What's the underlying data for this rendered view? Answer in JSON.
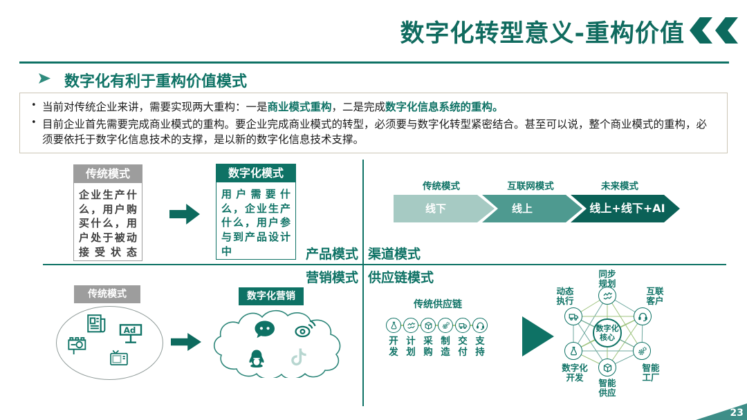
{
  "slide": {
    "title": "数字化转型意义-重构价值",
    "page_number": "23"
  },
  "section": {
    "heading": "数字化有利于重构价值模式"
  },
  "intro": {
    "b1_pre": "当前对传统企业来讲，需要实现两大重构：一是",
    "b1_em1": "商业模式重构",
    "b1_mid": "，二是完成",
    "b1_em2": "数字化信息系统的重构。",
    "b2": "目前企业首先需要完成商业模式的重构。要企业完成商业模式的转型，必须要与数字化转型紧密结合。甚至可以说，整个商业模式的重构，必须要依托于数字化信息技术的支撑，是以新的数字化信息技术支撑。"
  },
  "quadrants": {
    "product": "产品模式",
    "channel": "渠道模式",
    "marketing": "营销模式",
    "supply": "供应链模式"
  },
  "product_model": {
    "traditional": {
      "title": "传统模式",
      "body": "企业生产什么，用户购买什么，用户处于被动接受状态"
    },
    "digital": {
      "title": "数字化模式",
      "body": "用户需要什么，企业生产什么，用户参与到产品设计中"
    }
  },
  "channel_model": {
    "stages": [
      {
        "label": "传统模式",
        "value": "线下",
        "color": "#a6cac3"
      },
      {
        "label": "互联网模式",
        "value": "线上",
        "color": "#4e9a90"
      },
      {
        "label": "未来模式",
        "value": "线上+线下+AI",
        "color": "#0b6157"
      }
    ]
  },
  "marketing_model": {
    "traditional_title": "传统模式",
    "digital_title": "数字化营销",
    "ad_label": "Ad",
    "traditional_icons": [
      "newspaper-icon",
      "ad-billboard-icon",
      "money-board-icon",
      "tv-icon"
    ],
    "digital_icons": [
      "wechat-icon",
      "weibo-icon",
      "qq-icon",
      "tiktok-icon"
    ]
  },
  "supply_model": {
    "title": "传统供应链",
    "steps": [
      {
        "label": "开\n发",
        "icon": "flask-icon"
      },
      {
        "label": "计\n划",
        "icon": "wave-chart-icon"
      },
      {
        "label": "采\n购",
        "icon": "box-icon"
      },
      {
        "label": "制\n造",
        "icon": "gear-icon"
      },
      {
        "label": "交\n付",
        "icon": "truck-icon"
      },
      {
        "label": "支\n持",
        "icon": "headset-icon"
      }
    ],
    "network": {
      "center": "数字化\n核心",
      "nodes": [
        {
          "label": "同步\n规划",
          "icon": "wave-chart-icon"
        },
        {
          "label": "动态\n执行",
          "icon": "truck-icon"
        },
        {
          "label": "互联\n客户",
          "icon": "headset-icon"
        },
        {
          "label": "数字化\n开发",
          "icon": "flask-icon"
        },
        {
          "label": "智能\n工厂",
          "icon": "gear-icon"
        },
        {
          "label": "智能\n供应",
          "icon": "box-icon"
        }
      ]
    }
  },
  "colors": {
    "primary": "#0e7265",
    "gray": "#9d9d9d",
    "connector_green": "#a9c97e",
    "footer_teal": "#3e8e88"
  }
}
